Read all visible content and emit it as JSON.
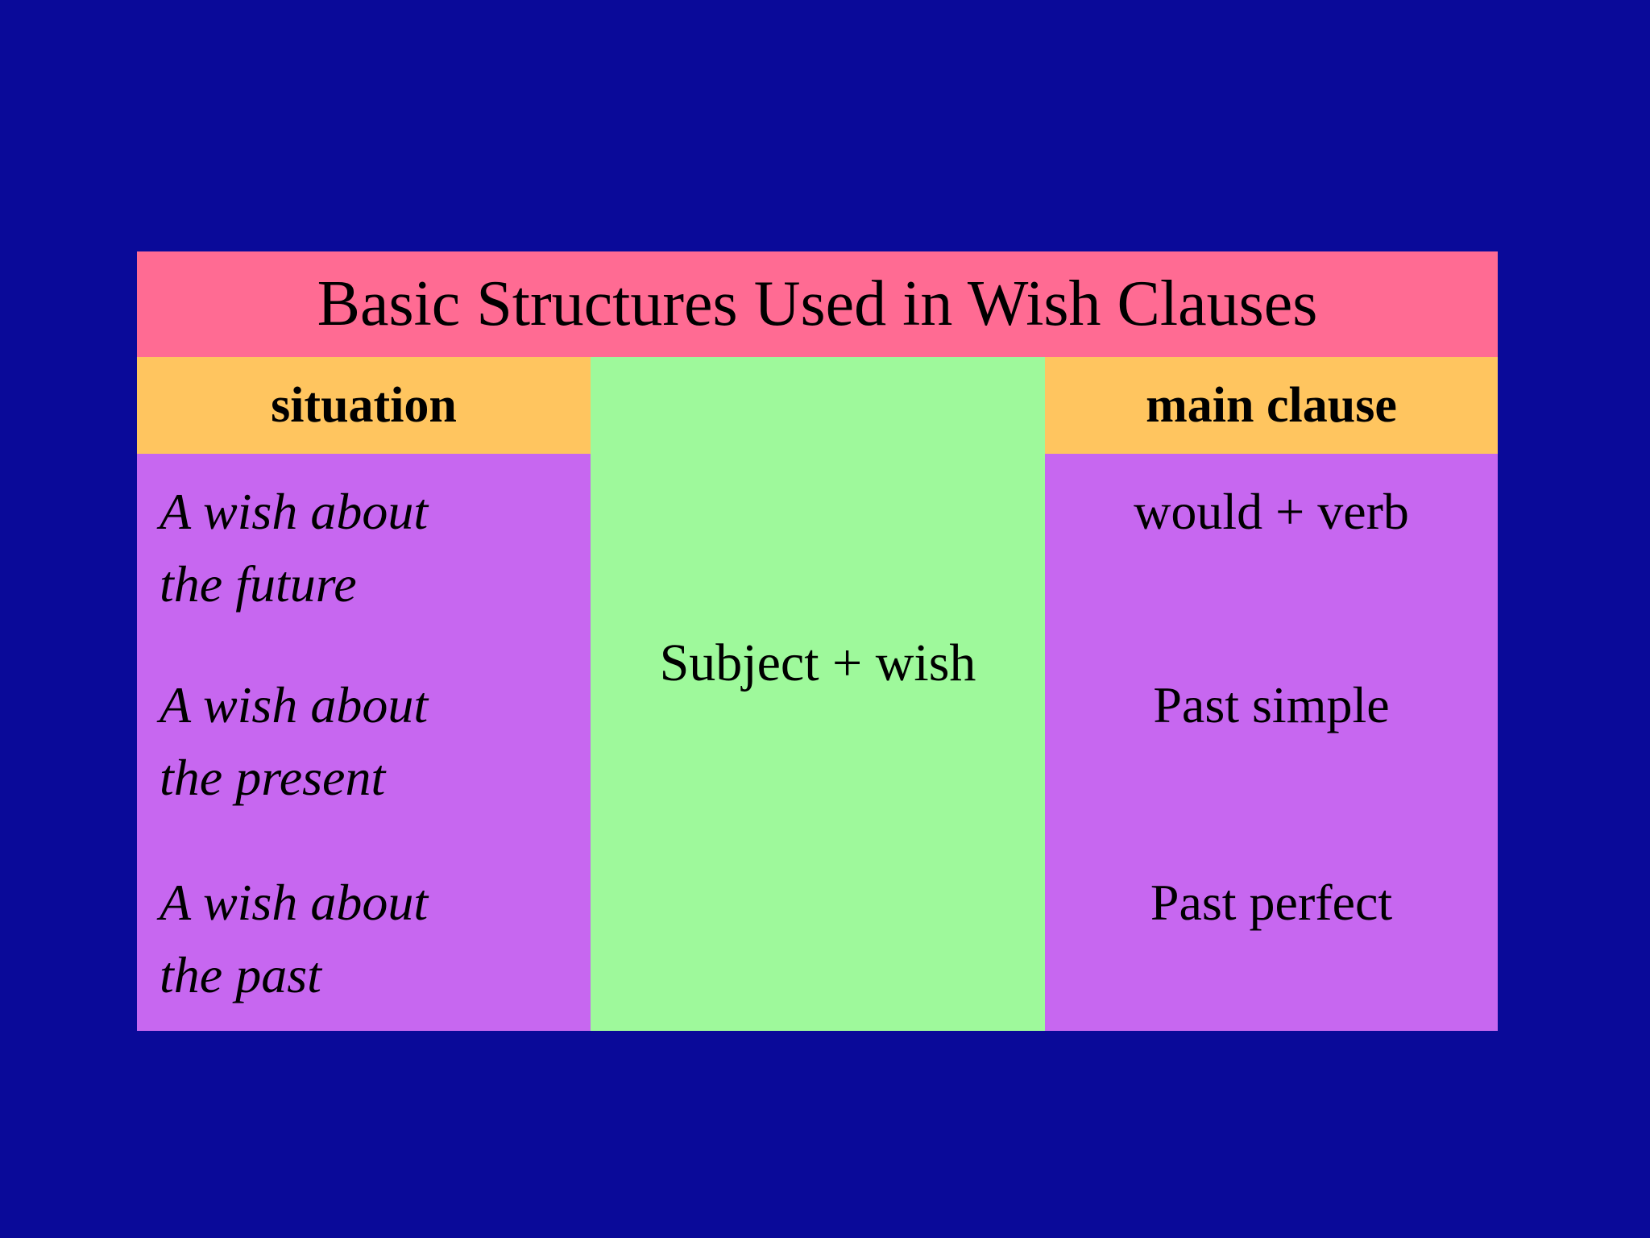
{
  "slide": {
    "title": "Basic Structures Used in Wish Clauses",
    "colors": {
      "background": "#0A0A99",
      "title_bar": "#FF6B93",
      "header_cells": "#FFC55F",
      "middle_cell": "#9EF99B",
      "body_cells": "#C767F0",
      "text": "#000000"
    },
    "left_column": {
      "header": "situation",
      "rows": [
        {
          "line1": "A wish about",
          "line2": "the future"
        },
        {
          "line1": "A wish about",
          "line2": "the present"
        },
        {
          "line1": "A wish about",
          "line2": "the past"
        }
      ]
    },
    "middle_column": {
      "text": "Subject + wish"
    },
    "right_column": {
      "header": "main clause",
      "rows": [
        "would + verb",
        "Past simple",
        "Past perfect"
      ]
    }
  }
}
